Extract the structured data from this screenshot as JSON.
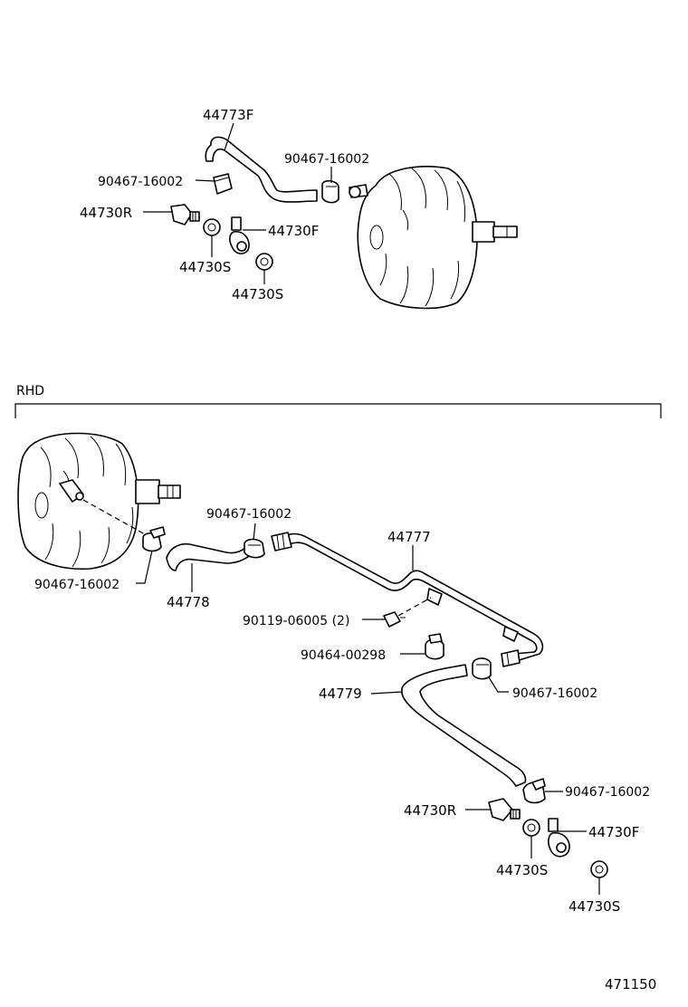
{
  "top_section": {
    "labels": {
      "hose_44773F": "44773F",
      "clamp_left": "90467-16002",
      "clamp_right": "90467-16002",
      "valve_44730R": "44730R",
      "valve_44730F": "44730F",
      "gasket_a": "44730S",
      "gasket_b": "44730S"
    }
  },
  "rhd_section": {
    "title": "RHD",
    "labels": {
      "clamp_upper": "90467-16002",
      "clamp_booster": "90467-16002",
      "pipe_44777": "44777",
      "hose_44778": "44778",
      "bolt": "90119-06005 (2)",
      "clamp_90464": "90464-00298",
      "hose_44779": "44779",
      "clamp_mid_right": "90467-16002",
      "clamp_lower_right": "90467-16002",
      "valve_44730R": "44730R",
      "valve_44730F": "44730F",
      "gasket_a": "44730S",
      "gasket_b": "44730S"
    }
  },
  "footer": {
    "diagram_number": "471150"
  }
}
